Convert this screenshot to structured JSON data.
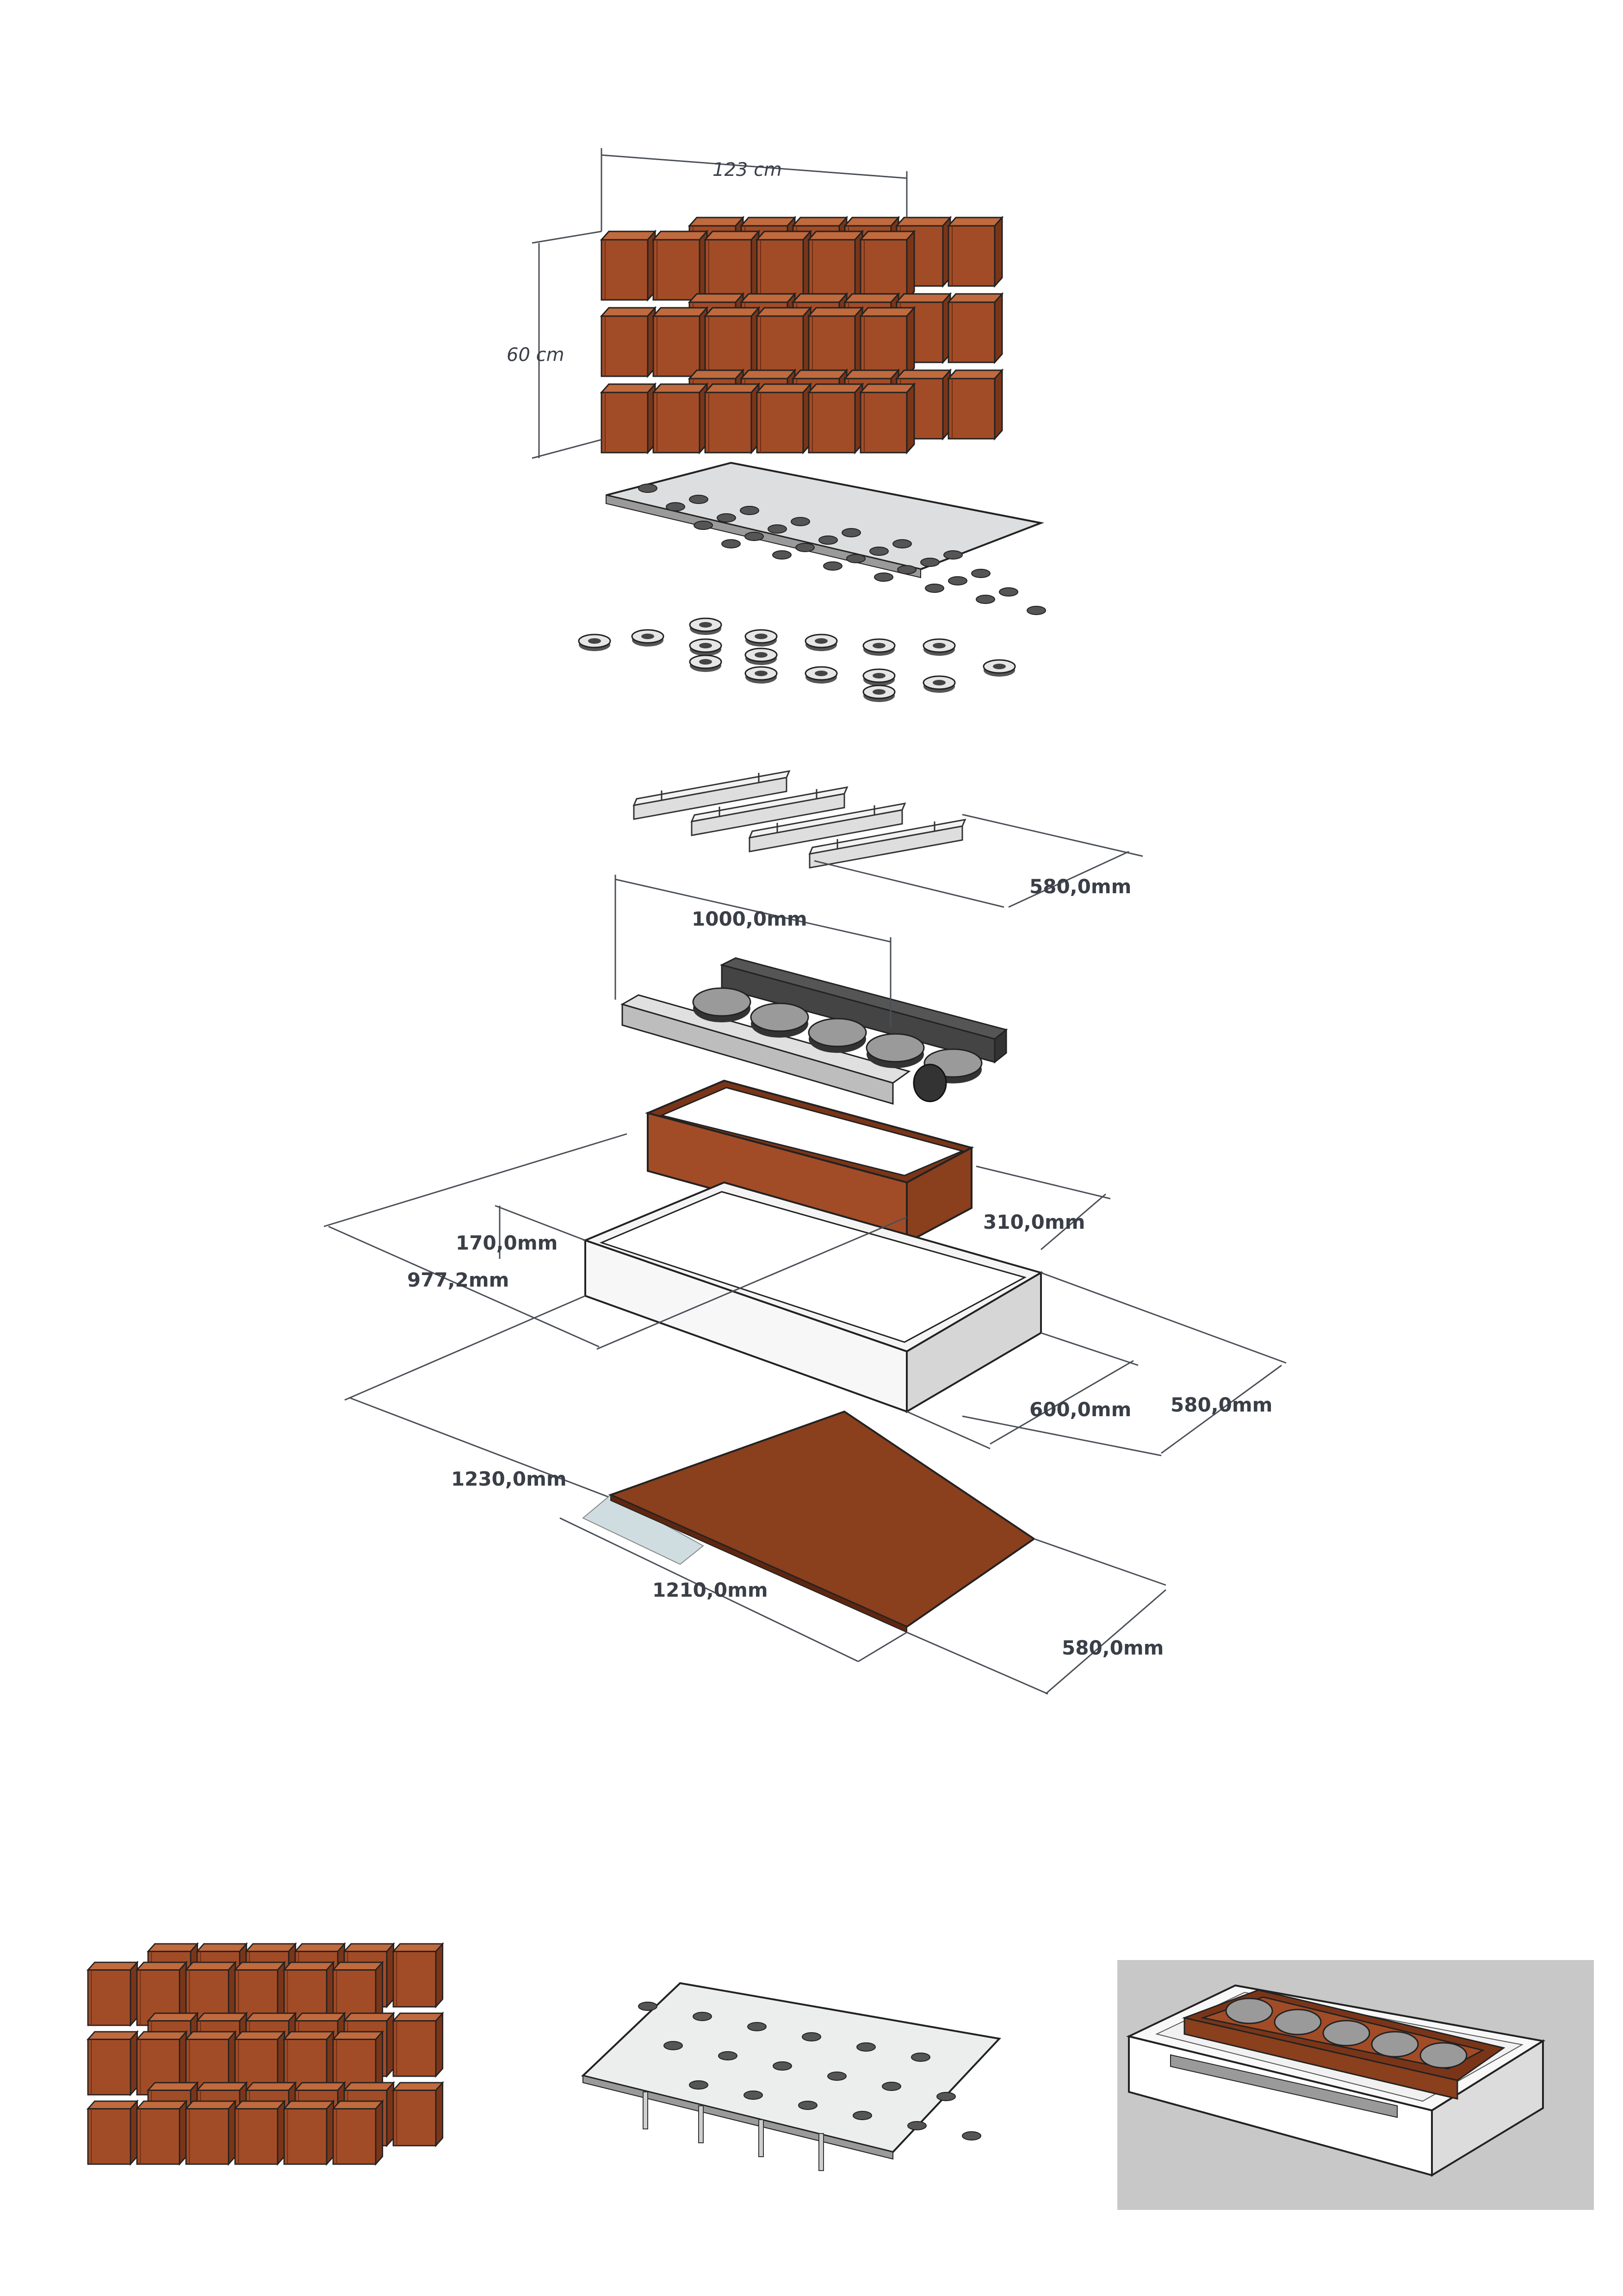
{
  "dimensions": {
    "width_123": "123 cm",
    "height_60": "60 cm",
    "slat_580": "580,0mm",
    "roller_1000": "1000,0mm",
    "inner_310": "310,0mm",
    "frame_170": "170,0mm",
    "frame_977": "977,2mm",
    "frame_600": "600,0mm",
    "frame_580": "580,0mm",
    "frame_1230": "1230,0mm",
    "base_1210": "1210,0mm",
    "base_580": "580,0mm"
  },
  "colors": {
    "rust": "#a24c27",
    "rust_dark": "#7a3518",
    "rust_light": "#c06a3e",
    "metal": "#d9dbdd",
    "outline": "#222222",
    "preview_bg": "#c8c8c8"
  }
}
